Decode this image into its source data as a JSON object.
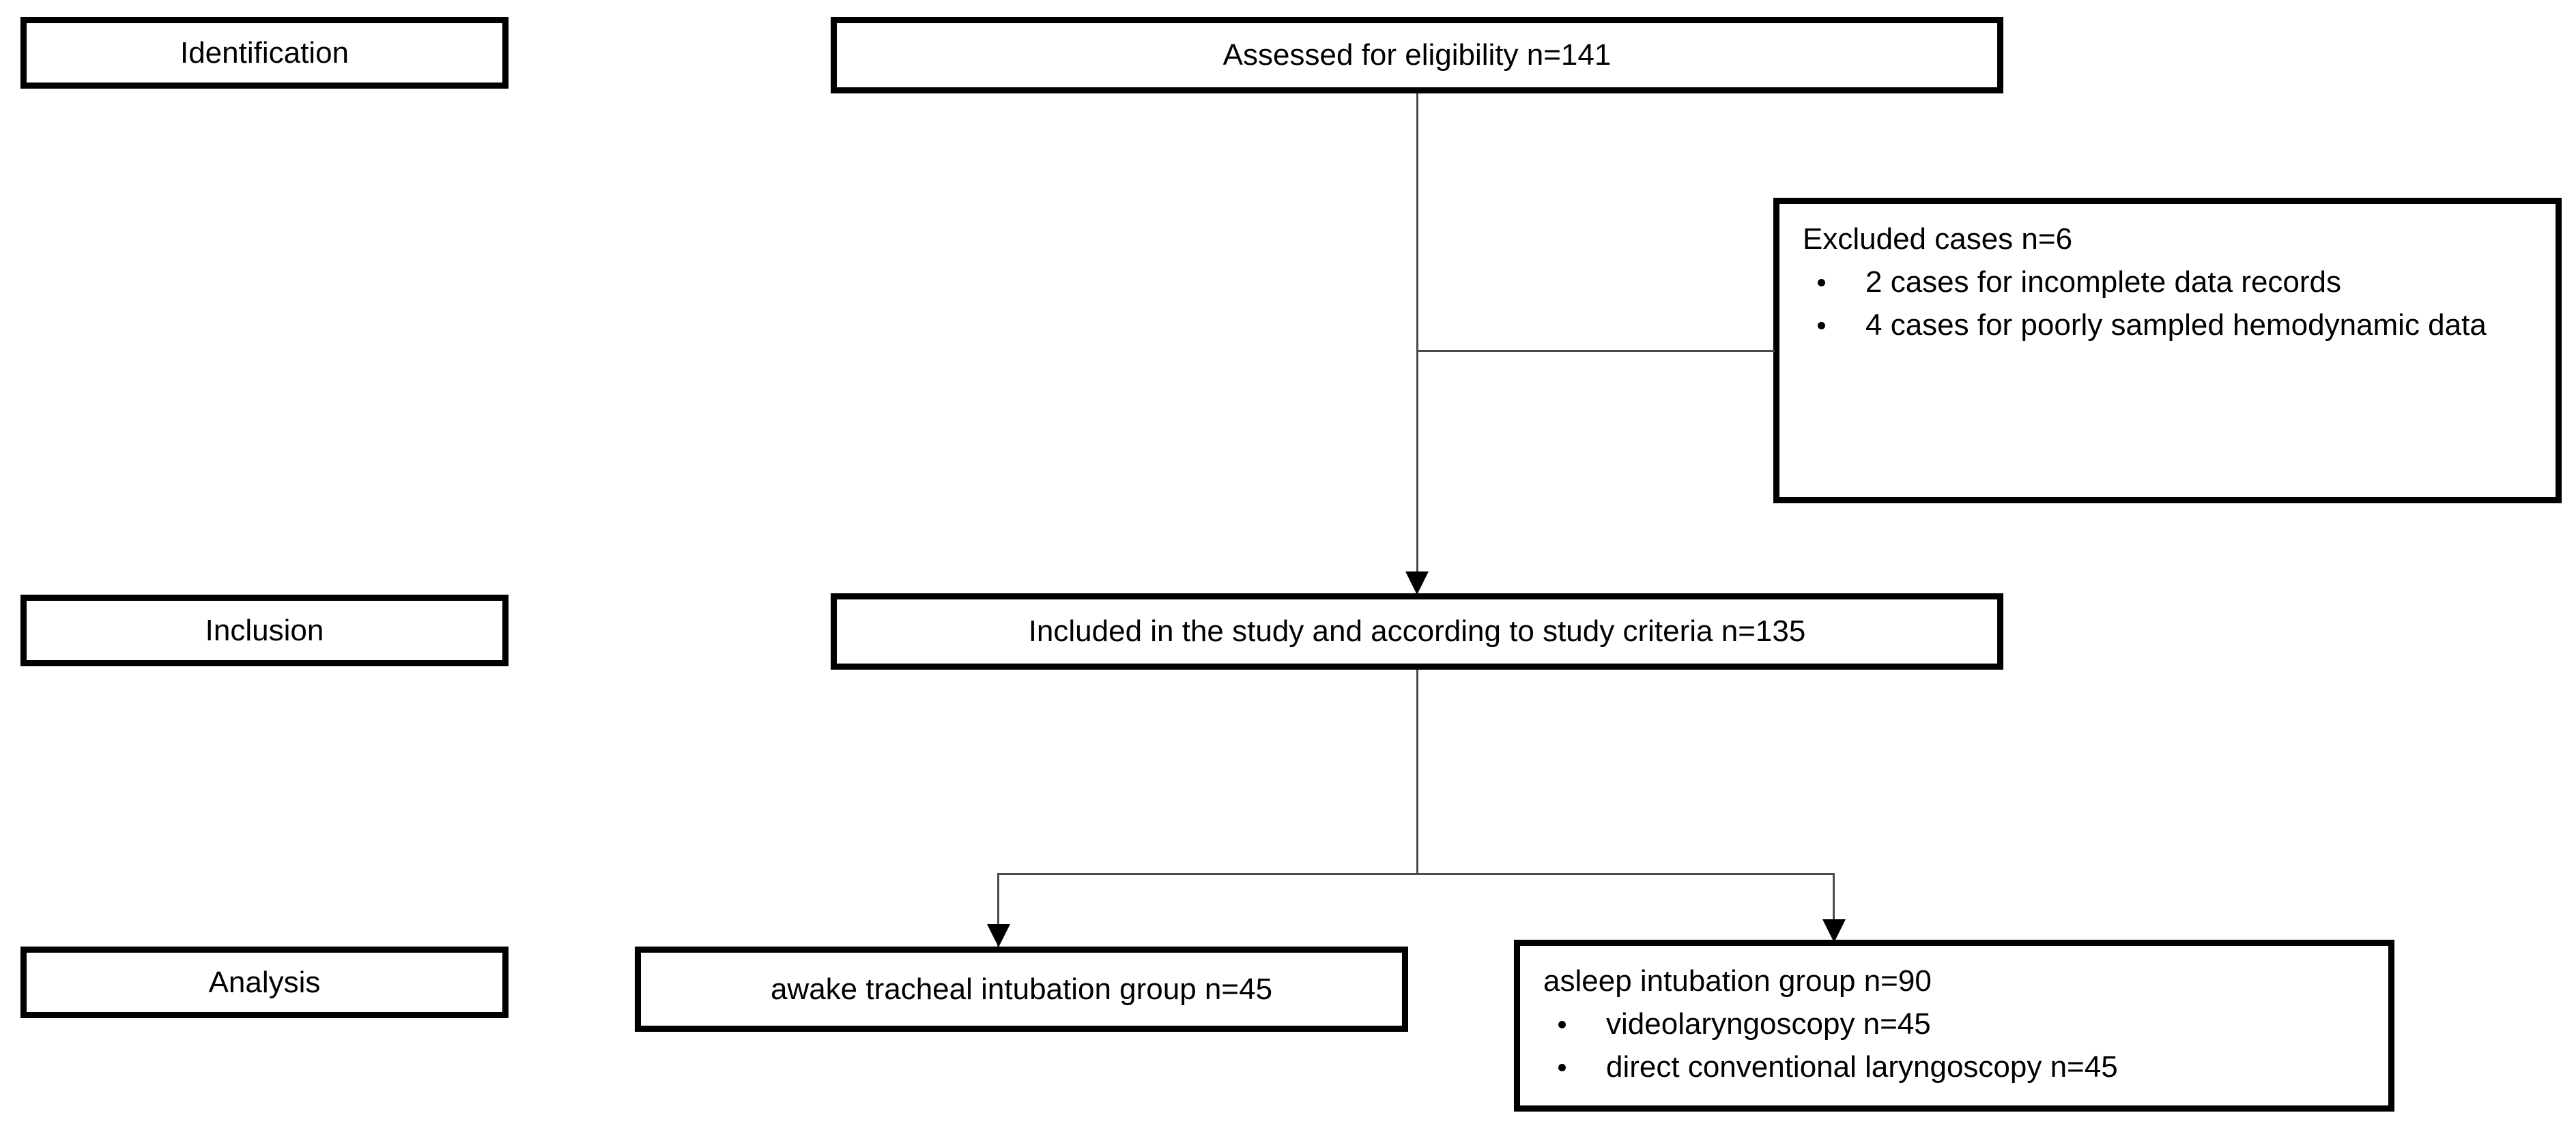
{
  "diagram": {
    "type": "prisma-flow-diagram",
    "stages": [
      {
        "id": "identification",
        "label": "Identification"
      },
      {
        "id": "inclusion",
        "label": "Inclusion"
      },
      {
        "id": "analysis",
        "label": "Analysis"
      }
    ],
    "nodes": {
      "assessed": {
        "text": "Assessed for eligibility n=141",
        "n": 141
      },
      "excluded": {
        "heading": "Excluded cases n=6",
        "n": 6,
        "bullets": [
          "2 cases for incomplete data records",
          "4 cases for poorly sampled hemodynamic data"
        ]
      },
      "included": {
        "text": "Included in the study and according to study criteria n=135",
        "n": 135
      },
      "awake": {
        "text": "awake tracheal intubation group n=45",
        "n": 45
      },
      "asleep": {
        "heading": "asleep intubation group n=90",
        "n": 90,
        "bullets": [
          "videolaryngoscopy n=45",
          "direct conventional laryngoscopy n=45"
        ]
      }
    },
    "colors": {
      "box_border": "#000000",
      "connector": "#4a4a4a",
      "background": "#ffffff",
      "text": "#000000"
    }
  }
}
